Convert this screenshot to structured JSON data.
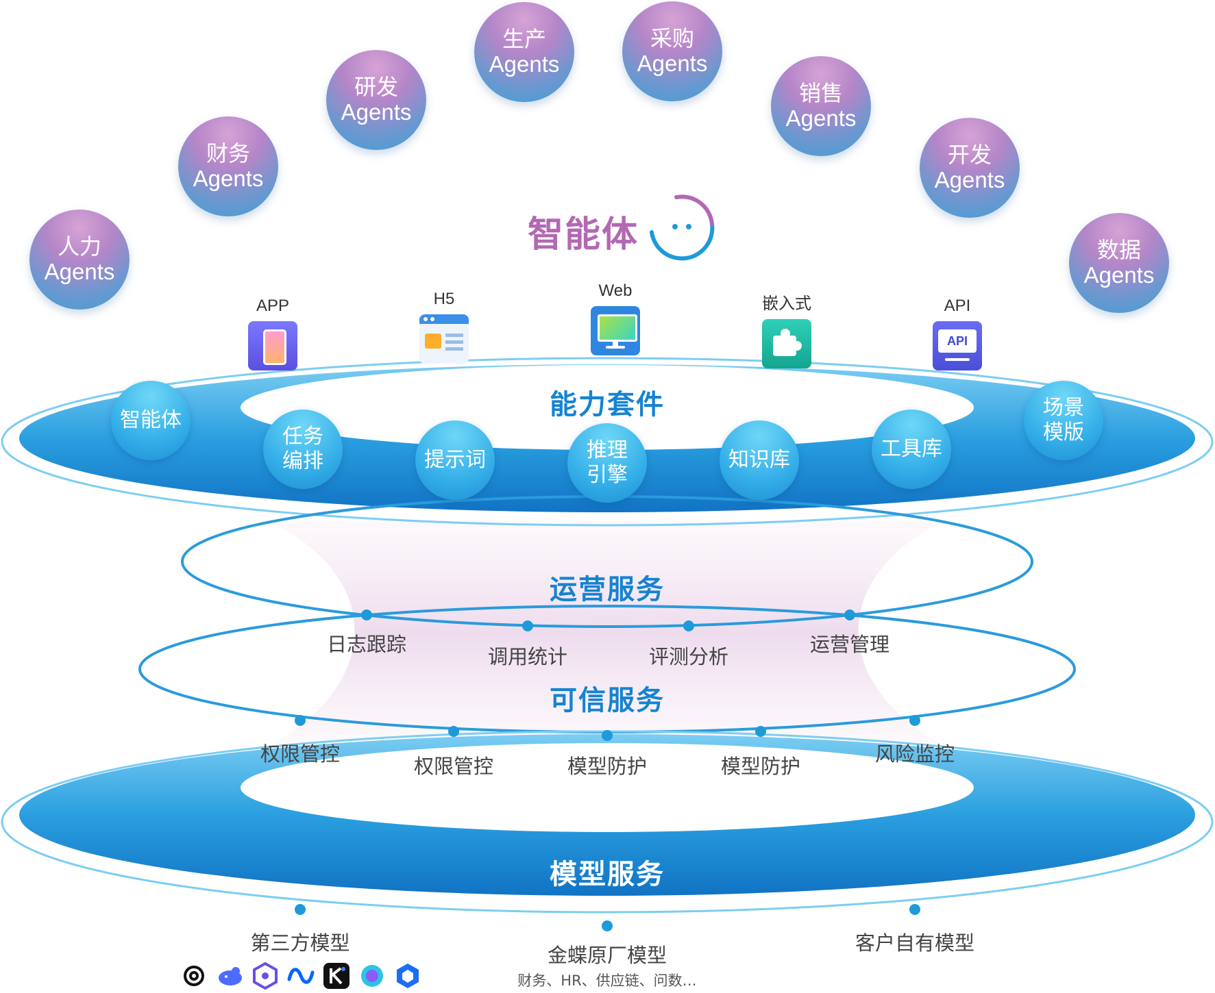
{
  "agents": [
    {
      "name": "人力",
      "suffix": "Agents"
    },
    {
      "name": "财务",
      "suffix": "Agents"
    },
    {
      "name": "研发",
      "suffix": "Agents"
    },
    {
      "name": "生产",
      "suffix": "Agents"
    },
    {
      "name": "采购",
      "suffix": "Agents"
    },
    {
      "name": "销售",
      "suffix": "Agents"
    },
    {
      "name": "开发",
      "suffix": "Agents"
    },
    {
      "name": "数据",
      "suffix": "Agents"
    }
  ],
  "center_title": "智能体",
  "channels": [
    {
      "label": "APP",
      "icon": "phone-icon"
    },
    {
      "label": "H5",
      "icon": "browser-window-icon"
    },
    {
      "label": "Web",
      "icon": "monitor-icon"
    },
    {
      "label": "嵌入式",
      "icon": "puzzle-icon"
    },
    {
      "label": "API",
      "icon": "api-icon",
      "badge": "API"
    }
  ],
  "capability": {
    "title": "能力套件",
    "items": [
      {
        "line1": "智能体",
        "line2": ""
      },
      {
        "line1": "任务",
        "line2": "编排"
      },
      {
        "line1": "提示词",
        "line2": ""
      },
      {
        "line1": "推理",
        "line2": "引擎"
      },
      {
        "line1": "知识库",
        "line2": ""
      },
      {
        "line1": "工具库",
        "line2": ""
      },
      {
        "line1": "场景",
        "line2": "模版"
      }
    ]
  },
  "operations": {
    "title": "运营服务",
    "items": [
      "日志跟踪",
      "调用统计",
      "评测分析",
      "运营管理"
    ]
  },
  "trust": {
    "title": "可信服务",
    "items": [
      "权限管控",
      "权限管控",
      "模型防护",
      "模型防护",
      "风险监控"
    ]
  },
  "model": {
    "title": "模型服务",
    "items": [
      "第三方模型",
      "金蝶原厂模型",
      "客户自有模型"
    ],
    "kingdee_sub": "财务、HR、供应链、问数…",
    "third_party_icons": [
      "openai-icon",
      "deepseek-icon",
      "tongyi-icon",
      "meta-icon",
      "kimi-icon",
      "doubao-icon",
      "zhipu-icon"
    ]
  },
  "colors": {
    "agent_purple": "#b368b3",
    "layer_blue": "#1683d1",
    "ring_blue": "#2a9bdc"
  }
}
